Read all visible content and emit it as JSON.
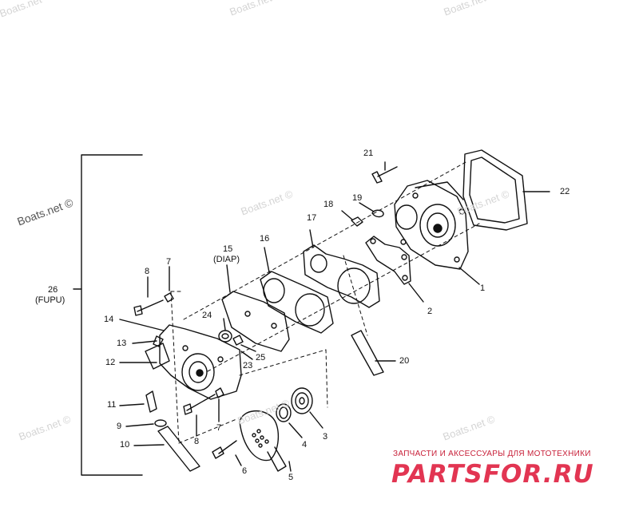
{
  "labels": {
    "l1": "1",
    "l2": "2",
    "l3": "3",
    "l4": "4",
    "l5": "5",
    "l6": "6",
    "l7a": "7",
    "l7b": "7",
    "l8a": "8",
    "l8b": "8",
    "l9": "9",
    "l10": "10",
    "l11": "11",
    "l12": "12",
    "l13": "13",
    "l14": "14",
    "l15": "15",
    "l15sub": "(DIAP)",
    "l16": "16",
    "l17": "17",
    "l18": "18",
    "l19": "19",
    "l20": "20",
    "l21": "21",
    "l22": "22",
    "l23": "23",
    "l24": "24",
    "l25": "25",
    "l26": "26",
    "l26sub": "(FUPU)"
  },
  "watermarks": {
    "w1": "Boats.net",
    "w2": "Boats.net ©",
    "w3": "Boats.net ©",
    "w4": "Boats.net ©",
    "w5": "Boats.net ©",
    "w6": "Boats.net ©",
    "w7": "Boats.net ©",
    "w8": "Boats.net ©",
    "w9": "Boats.net ©"
  },
  "brand": {
    "tagline": "ЗАПЧАСТИ И АКСЕССУАРЫ ДЛЯ МОТОТЕХНИКИ",
    "logo": "PARTSFOR.RU",
    "color": "#e23552"
  }
}
